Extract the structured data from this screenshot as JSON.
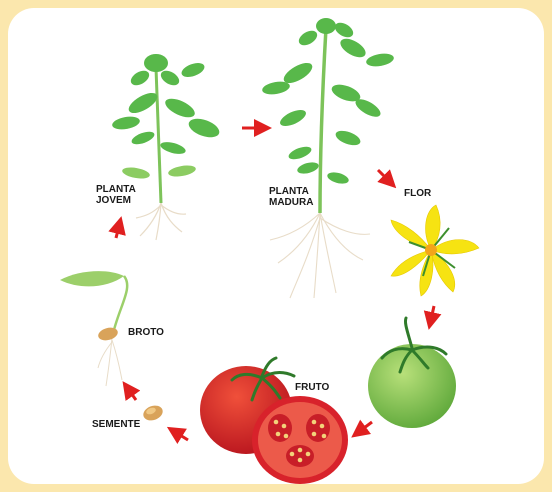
{
  "colors": {
    "background": "#fbe7ad",
    "panel": "#ffffff",
    "arrow": "#e02020",
    "leaf": "#58b84a",
    "stem": "#7dc35a",
    "root": "#e8dcc8",
    "flower": "#f6e312",
    "tomato_red": "#d8222b",
    "tomato_green": "#8ac85a",
    "seed": "#d9a35a"
  },
  "stages": {
    "young_plant": "PLANTA\nJOVEM",
    "mature_plant": "PLANTA\nMADURA",
    "flower": "FLOR",
    "fruit": "FRUTO",
    "seed": "SEMENTE",
    "sprout": "BROTO"
  },
  "icons": [
    "arrow-icon",
    "tomato-icon",
    "flower-icon",
    "seed-icon",
    "plant-icon"
  ]
}
